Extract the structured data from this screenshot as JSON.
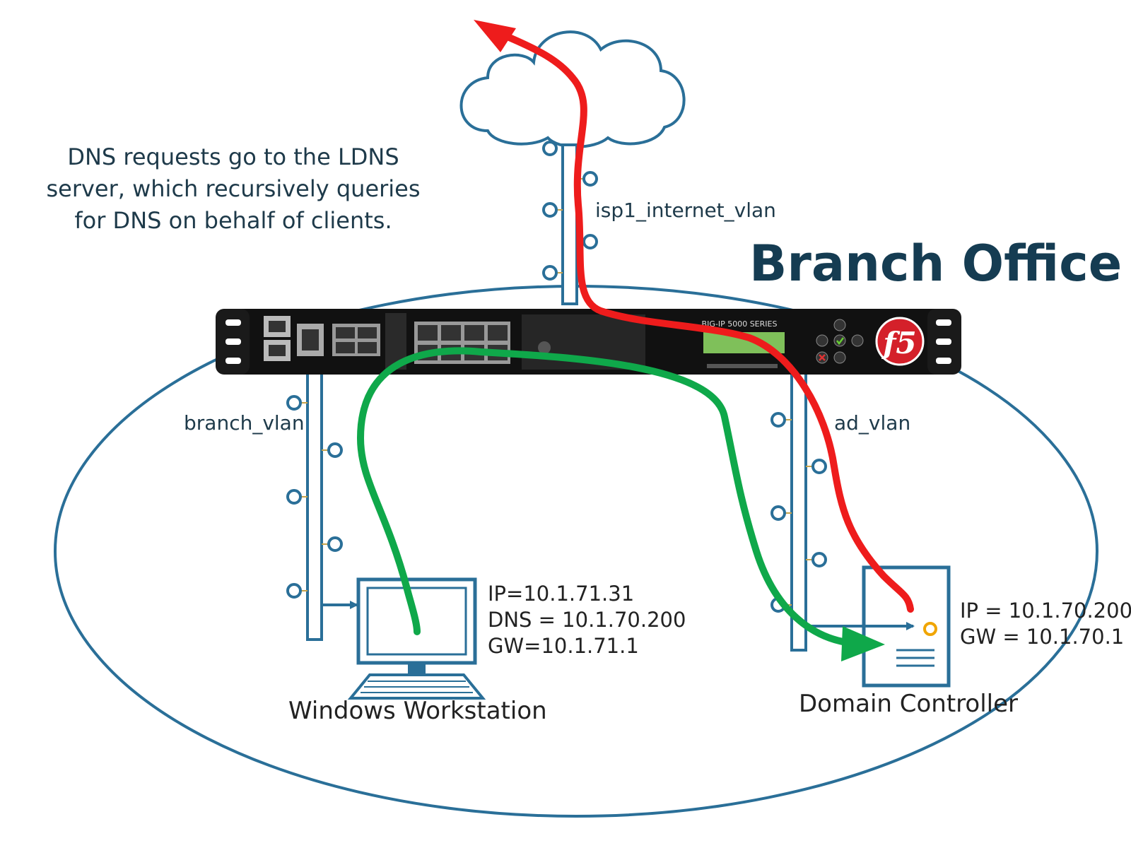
{
  "title": "Branch Office",
  "note_lines": [
    "DNS requests go to the LDNS",
    "server, which recursively queries",
    "for DNS on behalf of clients."
  ],
  "vlans": {
    "internet": "isp1_internet_vlan",
    "branch": "branch_vlan",
    "ad": "ad_vlan"
  },
  "appliance": {
    "series_label": "BIG-IP 5000 SERIES",
    "logo": "f5"
  },
  "workstation": {
    "name": "Windows Workstation",
    "ip": "IP=10.1.71.31",
    "dns": "DNS = 10.1.70.200",
    "gw": "GW=10.1.71.1",
    "icon": "computer-icon"
  },
  "domain_controller": {
    "name": "Domain Controller",
    "ip": "IP = 10.1.70.200",
    "gw": "GW = 10.1.70.1",
    "icon": "server-document-icon"
  },
  "flows": {
    "client_to_ldns": {
      "color": "#0fa84a"
    },
    "ldns_to_internet": {
      "color": "#ee1c1c"
    }
  },
  "colors": {
    "outline": "#2a6f98",
    "title": "#153c52",
    "appliance_body": "#111111",
    "lcd": "#7fc05a"
  }
}
